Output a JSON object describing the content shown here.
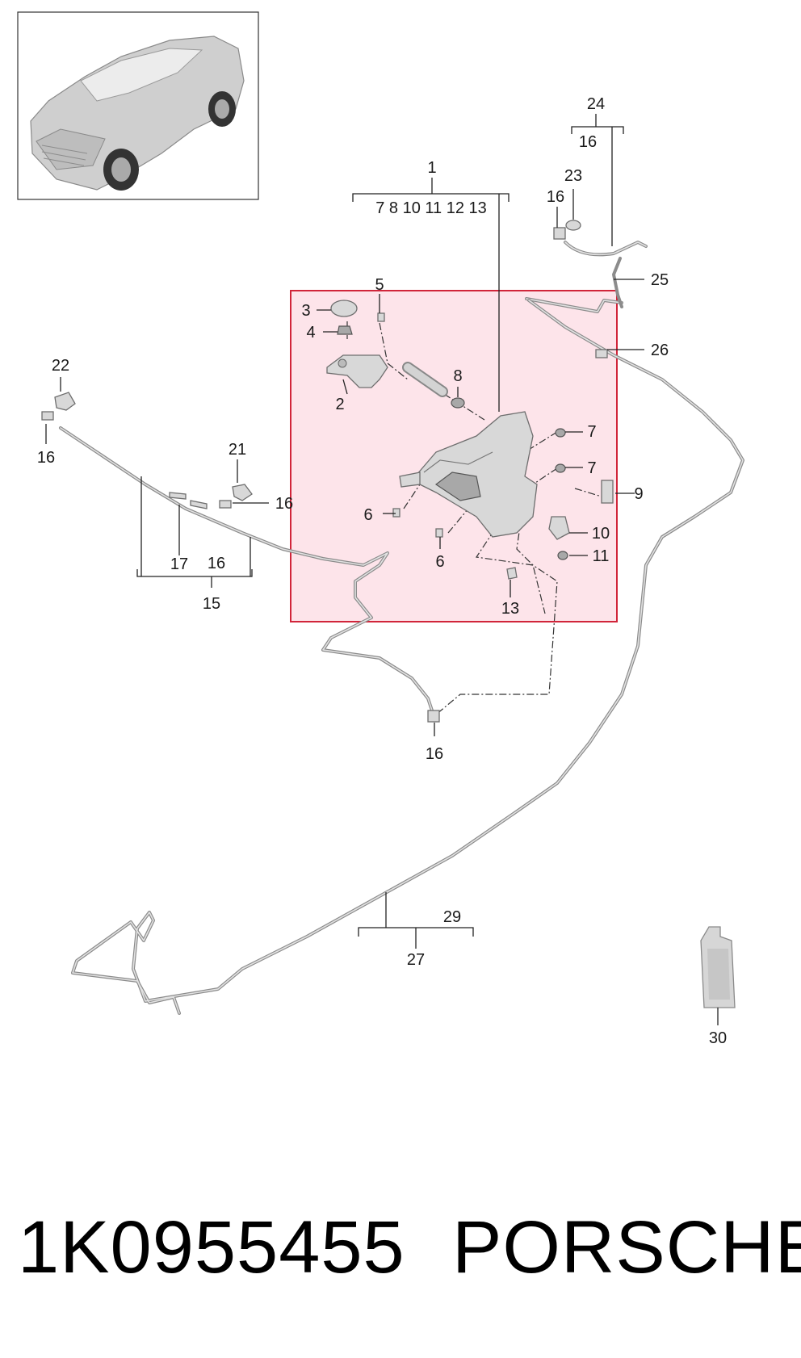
{
  "footer": {
    "part_number": "1K0955455",
    "brand": "PORSCHE"
  },
  "colors": {
    "highlight_fill": "#fde4ea",
    "highlight_stroke": "#d1253a",
    "pipe": "#8c8c8c"
  },
  "labels": {
    "l1": "1",
    "l1_sub": "7 8 10 11 12 13",
    "l2": "2",
    "l3": "3",
    "l4": "4",
    "l5": "5",
    "l6a": "6",
    "l6b": "6",
    "l7a": "7",
    "l7b": "7",
    "l8": "8",
    "l9": "9",
    "l10": "10",
    "l11": "11",
    "l13": "13",
    "l15": "15",
    "l15_sub16": "16",
    "l16_left": "16",
    "l16_mid": "16",
    "l16_bottom": "16",
    "l16_top": "16",
    "l16_24sub": "16",
    "l17": "17",
    "l21": "21",
    "l22": "22",
    "l23": "23",
    "l24": "24",
    "l25": "25",
    "l26": "26",
    "l27": "27",
    "l29": "29",
    "l30": "30"
  }
}
